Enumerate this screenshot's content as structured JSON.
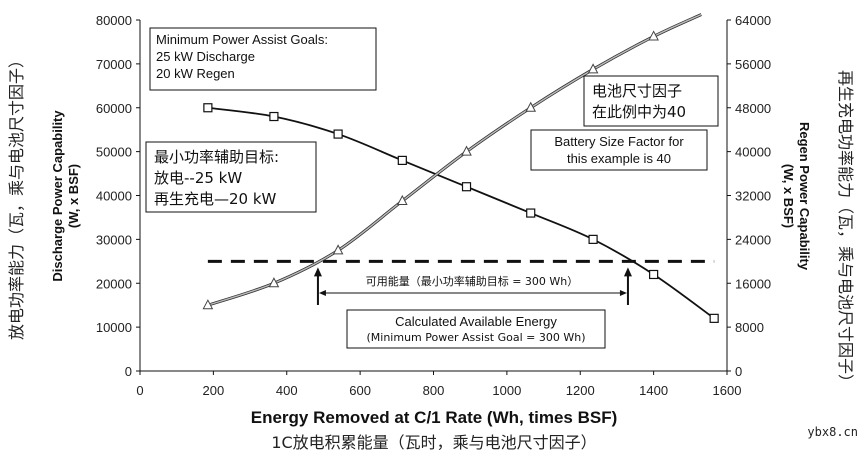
{
  "chart_data": {
    "type": "line",
    "xlabel": "Energy Removed at C/1 Rate (Wh, times BSF)",
    "xlabel_cn": "1C放电积累能量（瓦时，乘与电池尺寸因子）",
    "ylabel_left": "Discharge Power Capability (W, x BSF)",
    "ylabel_left_line1": "Discharge Power Capability",
    "ylabel_left_line2": "(W, x BSF)",
    "ylabel_left_cn": "放电功率能力（瓦，乘与电池尺寸因子）",
    "ylabel_right_line1": "Regen Power Capability",
    "ylabel_right_line2": "(W, x BSF)",
    "ylabel_right_cn": "再生充电功率能力（瓦，乘与电池尺寸因子）",
    "xlim": [
      0,
      1600
    ],
    "ylim_left": [
      0,
      80000
    ],
    "ylim_right": [
      0,
      64000
    ],
    "x_ticks": [
      0,
      200,
      400,
      600,
      800,
      1000,
      1200,
      1400,
      1600
    ],
    "y_left_ticks": [
      0,
      10000,
      20000,
      30000,
      40000,
      50000,
      60000,
      70000,
      80000
    ],
    "y_right_ticks": [
      0,
      8000,
      16000,
      24000,
      32000,
      40000,
      48000,
      56000,
      64000
    ],
    "series": [
      {
        "axis": "left",
        "marker": "square",
        "color": "#111111",
        "x": [
          185,
          365,
          540,
          715,
          890,
          1065,
          1235,
          1400,
          1565
        ],
        "y": [
          60000,
          58000,
          54000,
          48000,
          42000,
          36000,
          30000,
          22000,
          12000
        ]
      },
      {
        "axis": "right",
        "marker": "triangle",
        "color": "#888888",
        "x": [
          185,
          365,
          540,
          715,
          890,
          1065,
          1235,
          1400,
          1530
        ],
        "y": [
          12000,
          16000,
          22000,
          31000,
          40000,
          48000,
          55000,
          61000,
          65000
        ]
      }
    ],
    "goal_line_left": 25000,
    "arrow_x_range": [
      485,
      1330
    ],
    "annotations": {
      "goals_en": [
        "Minimum Power Assist Goals:",
        "25 kW Discharge",
        "20 kW Regen"
      ],
      "goals_cn": [
        "最小功率辅助目标:",
        "放电--25 kW",
        "再生充电—20 kW"
      ],
      "bsf_cn": [
        "电池尺寸因子",
        "在此例中为40"
      ],
      "bsf_en": [
        "Battery Size Factor for",
        "this example is 40"
      ],
      "available_cn": "可用能量（最小功率辅助目标 = 300 Wh）",
      "available_en": "Calculated Available Energy",
      "available_en_sub": "(Minimum Power Assist Goal = 300 Wh)"
    }
  },
  "watermark": "ybx8.cn"
}
